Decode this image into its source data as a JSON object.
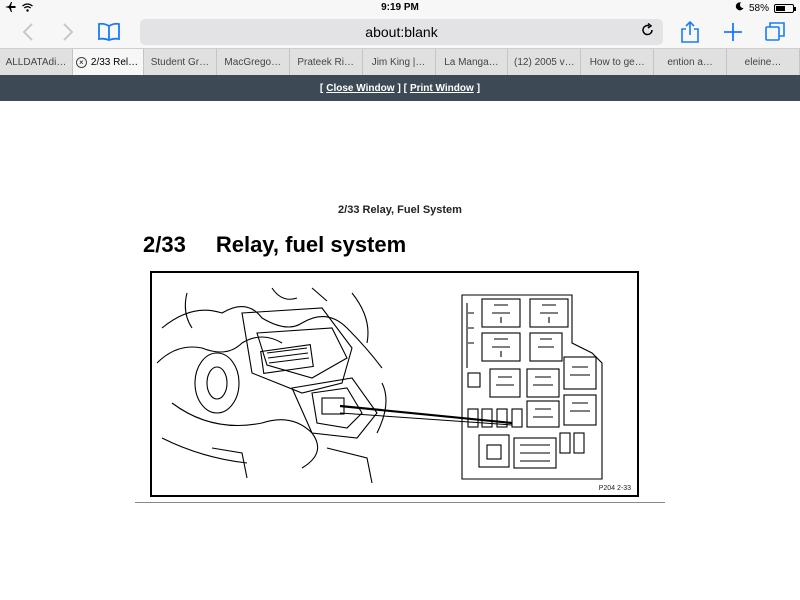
{
  "status_bar": {
    "time": "9:19 PM",
    "battery_percent": "58%",
    "battery_level": 0.58
  },
  "browser": {
    "url": "about:blank",
    "tabs": [
      {
        "label": "ALLDATAdi…",
        "active": false
      },
      {
        "label": "2/33 Rel…",
        "active": true
      },
      {
        "label": "Student Gr…",
        "active": false
      },
      {
        "label": "MacGrego…",
        "active": false
      },
      {
        "label": "Prateek Ri…",
        "active": false
      },
      {
        "label": "Jim King |…",
        "active": false
      },
      {
        "label": "La Manga…",
        "active": false
      },
      {
        "label": "(12) 2005 v…",
        "active": false
      },
      {
        "label": "How to ge…",
        "active": false
      },
      {
        "label": "ention a…",
        "active": false
      },
      {
        "label": "eleine…",
        "active": false
      }
    ]
  },
  "window_bar": {
    "close_label": "Close Window",
    "print_label": "Print Window"
  },
  "document": {
    "heading": "2/33 Relay, Fuel System",
    "number": "2/33",
    "title": "Relay, fuel system",
    "figure_code": "P204  2-33"
  },
  "colors": {
    "accent": "#1a7cf5",
    "dark_bar": "#3d4a56",
    "tab_strip": "#e0e0e0"
  },
  "icons": [
    "airplane-icon",
    "wifi-icon",
    "moon-icon",
    "battery-icon",
    "back-icon",
    "forward-icon",
    "bookmarks-icon",
    "reload-icon",
    "share-icon",
    "new-tab-icon",
    "tabs-icon",
    "close-tab-icon"
  ]
}
